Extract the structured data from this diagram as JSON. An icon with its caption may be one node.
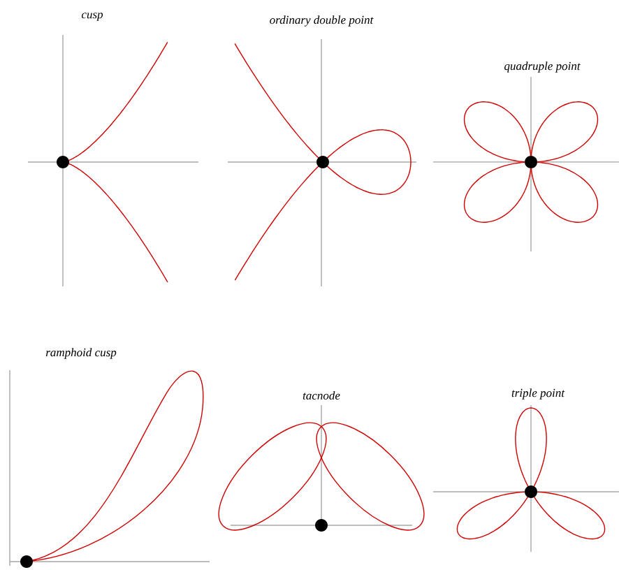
{
  "diagram": {
    "labels": [
      "cusp",
      "ordinary double point",
      "quadruple point",
      "ramphoid cusp",
      "tacnode",
      "triple point"
    ]
  }
}
